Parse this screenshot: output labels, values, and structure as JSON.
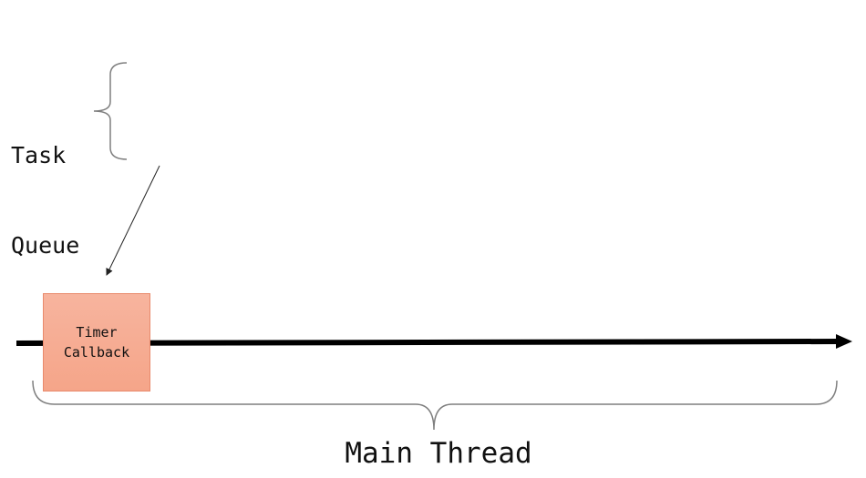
{
  "labels": {
    "task_queue_line1": "Task",
    "task_queue_line2": "Queue",
    "callback_line1": "Timer",
    "callback_line2": "Callback",
    "main_thread": "Main Thread"
  },
  "colors": {
    "callback_fill": "#f5a98f",
    "callback_border": "#e98a6c",
    "timeline": "#000000",
    "brace": "#7f7f7f"
  }
}
